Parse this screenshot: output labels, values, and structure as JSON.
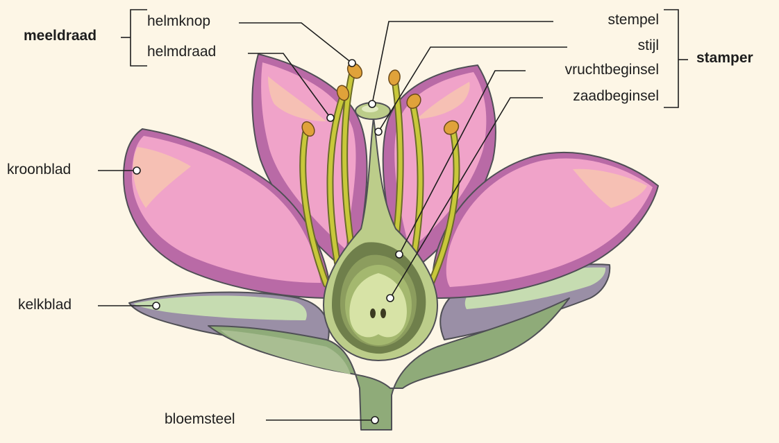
{
  "labels": {
    "meeldraad": "meeldraad",
    "helmknop": "helmknop",
    "helmdraad": "helmdraad",
    "kroonblad": "kroonblad",
    "kelkblad": "kelkblad",
    "bloemsteel": "bloemsteel",
    "stempel": "stempel",
    "stijl": "stijl",
    "vruchtbeginsel": "vruchtbeginsel",
    "zaadbeginsel": "zaadbeginsel",
    "stamper": "stamper"
  },
  "colors": {
    "background": "#fdf6e6",
    "petal": "#f0a3c9",
    "petal_dark": "#b96aa6",
    "petal_light": "#f6c0b4",
    "sepal": "#c6dcb1",
    "receptacle": "#8fab79",
    "filament": "#c8c83a",
    "anther": "#e0a23a",
    "pistil": "#bccd8a",
    "ovary_dark": "#6f7f4b"
  }
}
